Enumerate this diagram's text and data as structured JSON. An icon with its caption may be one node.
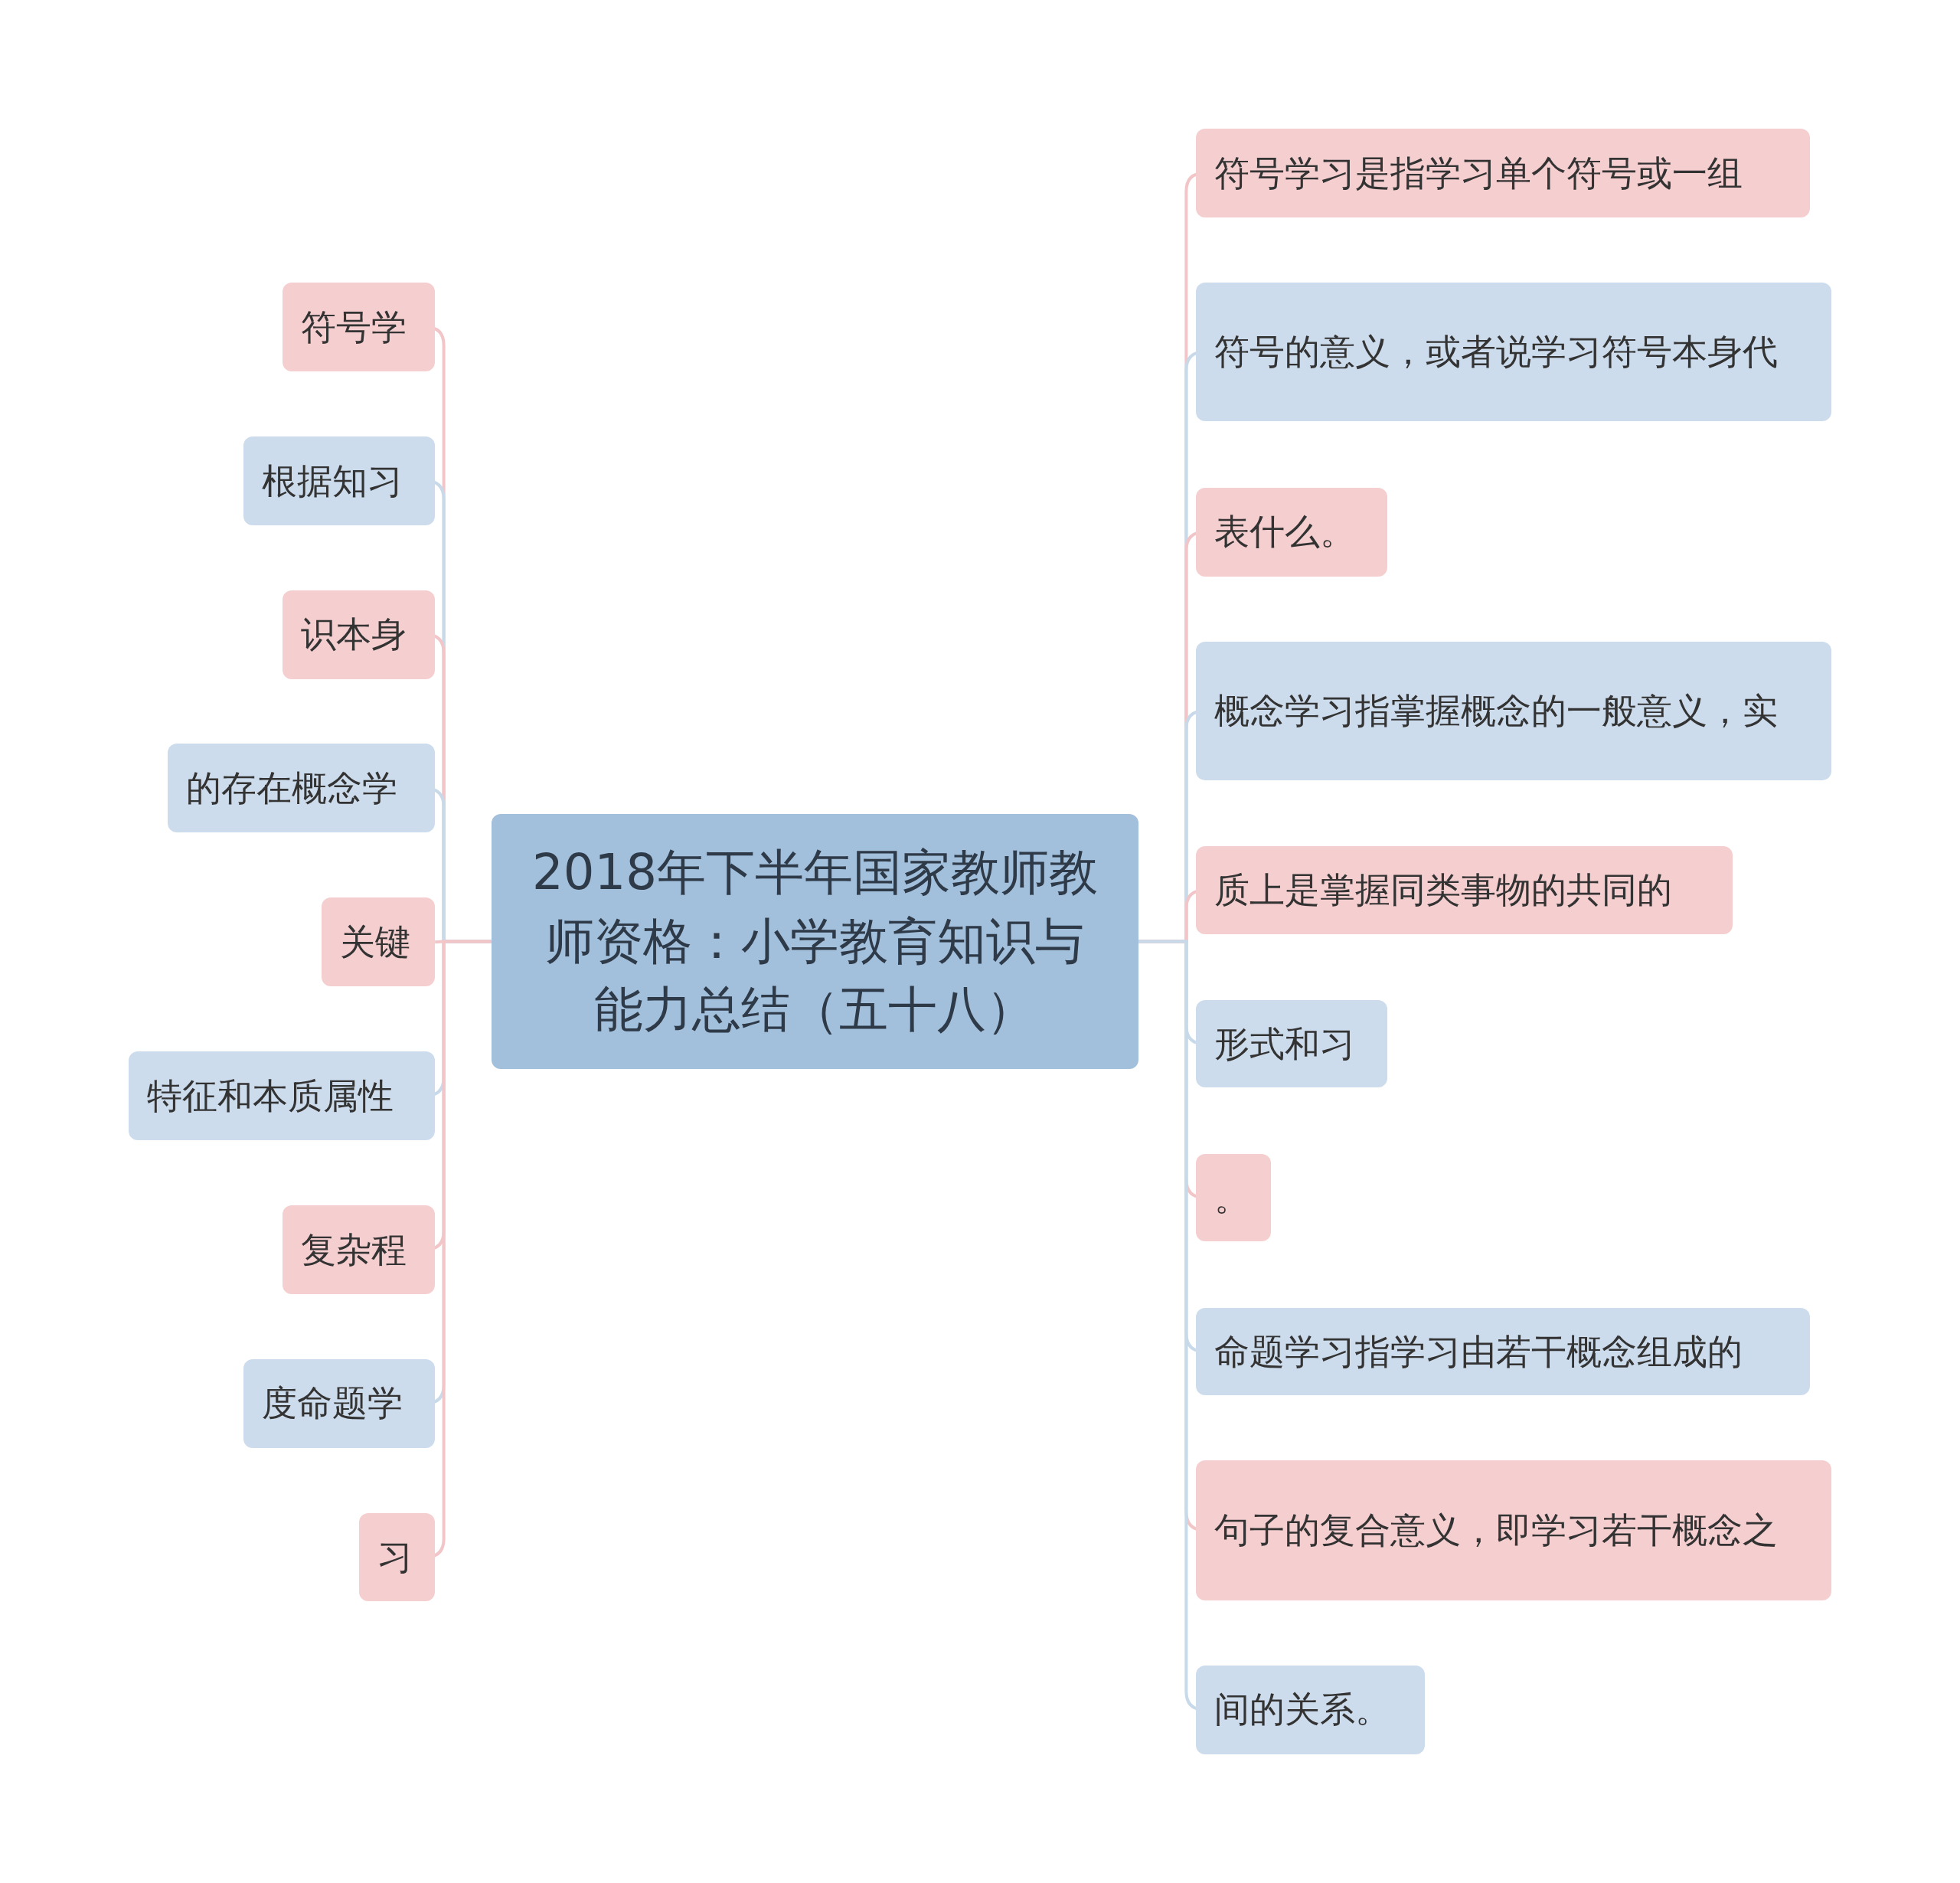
{
  "diagram": {
    "nodes": [
      {
        "text": [
          "2018年下半年国家教师教师资格：小学教育知识与能力总结（五十八）"
        ]
      },
      {
        "text": [
          "符号学"
        ]
      },
      {
        "text": [
          "根据知习"
        ]
      },
      {
        "text": [
          "识本身"
        ]
      },
      {
        "text": [
          "的存在概念学"
        ]
      },
      {
        "text": [
          "关键"
        ]
      },
      {
        "text": [
          "特征和本质属性"
        ]
      },
      {
        "text": [
          "复杂程"
        ]
      },
      {
        "text": [
          "度命题学"
        ]
      },
      {
        "text": [
          "习"
        ]
      },
      {
        "text": [
          "符号学习是指学习单个符号或一组"
        ]
      },
      {
        "text": [
          "符号的意义，或者说学习符号本身代"
        ]
      },
      {
        "text": [
          "表什么。"
        ]
      },
      {
        "text": [
          "概念学习指掌握概念的一般意义，实"
        ]
      },
      {
        "text": [
          "质上是掌握同类事物的共同的"
        ]
      },
      {
        "text": [
          "形式和习"
        ]
      },
      {
        "text": [
          "。"
        ]
      },
      {
        "text": [
          "命题学习指学习由若干概念组成的"
        ]
      },
      {
        "text": [
          "句子的复合意义，即学习若干概念之"
        ]
      },
      {
        "text": [
          "间的关系。"
        ]
      }
    ],
    "edges": [
      {
        "from": 0,
        "to": 1,
        "arrow": "none",
        "color": "#f2c6c8"
      },
      {
        "from": 0,
        "to": 2,
        "arrow": "none",
        "color": "#c8d9ea"
      },
      {
        "from": 0,
        "to": 3,
        "arrow": "none",
        "color": "#f2c6c8"
      },
      {
        "from": 0,
        "to": 4,
        "arrow": "none",
        "color": "#c8d9ea"
      },
      {
        "from": 0,
        "to": 5,
        "arrow": "none",
        "color": "#f2c6c8"
      },
      {
        "from": 0,
        "to": 6,
        "arrow": "none",
        "color": "#c8d9ea"
      },
      {
        "from": 0,
        "to": 7,
        "arrow": "none",
        "color": "#f2c6c8"
      },
      {
        "from": 0,
        "to": 8,
        "arrow": "none",
        "color": "#c8d9ea"
      },
      {
        "from": 0,
        "to": 9,
        "arrow": "none",
        "color": "#f2c6c8"
      },
      {
        "from": 0,
        "to": 10,
        "arrow": "none",
        "color": "#f2c6c8"
      },
      {
        "from": 0,
        "to": 11,
        "arrow": "none",
        "color": "#c8d9ea"
      },
      {
        "from": 0,
        "to": 12,
        "arrow": "none",
        "color": "#f2c6c8"
      },
      {
        "from": 0,
        "to": 13,
        "arrow": "none",
        "color": "#c8d9ea"
      },
      {
        "from": 0,
        "to": 14,
        "arrow": "none",
        "color": "#f2c6c8"
      },
      {
        "from": 0,
        "to": 15,
        "arrow": "none",
        "color": "#c8d9ea"
      },
      {
        "from": 0,
        "to": 16,
        "arrow": "none",
        "color": "#f2c6c8"
      },
      {
        "from": 0,
        "to": 17,
        "arrow": "none",
        "color": "#c8d9ea"
      },
      {
        "from": 0,
        "to": 18,
        "arrow": "none",
        "color": "#f2c6c8"
      },
      {
        "from": 0,
        "to": 19,
        "arrow": "none",
        "color": "#c8d9ea"
      }
    ]
  }
}
